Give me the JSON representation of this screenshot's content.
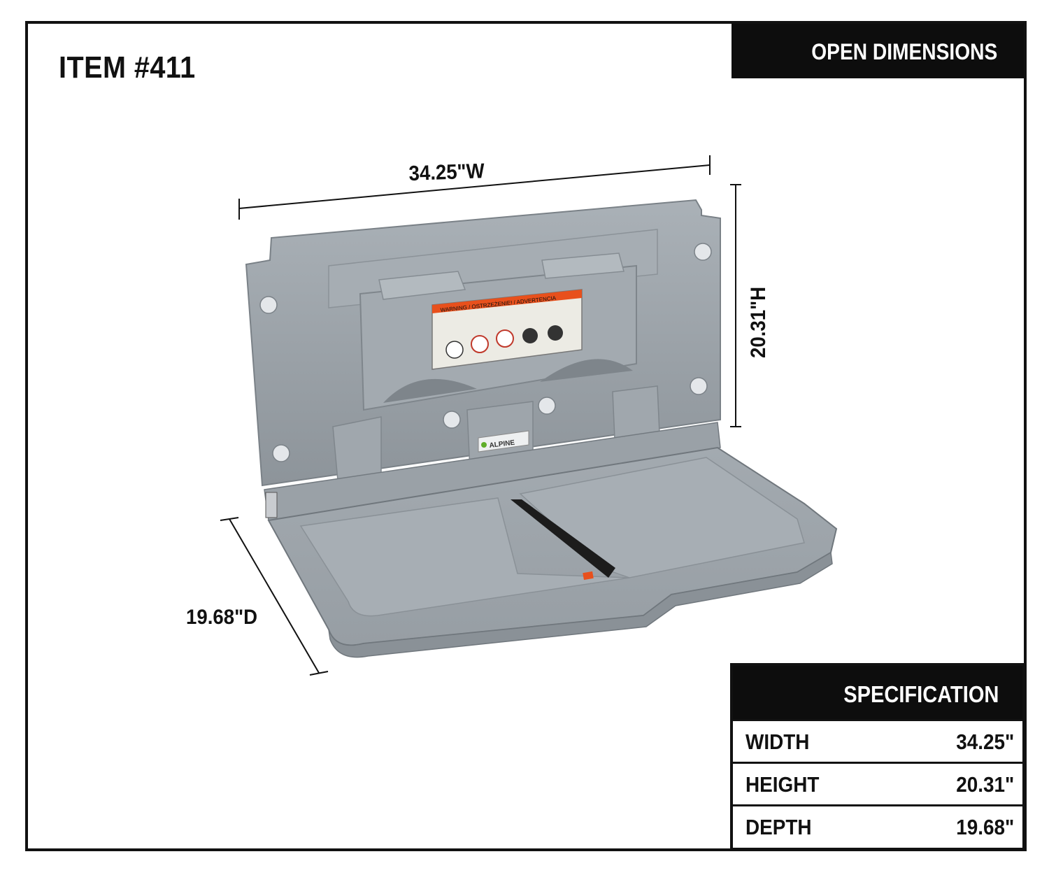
{
  "item_title": "ITEM #411",
  "open_dimensions_label": "OPEN DIMENSIONS",
  "dimension_labels": {
    "width": "34.25\"W",
    "height": "20.31\"H",
    "depth": "19.68\"D"
  },
  "specification": {
    "header": "SPECIFICATION",
    "rows": [
      {
        "label": "WIDTH",
        "value": "34.25\""
      },
      {
        "label": "HEIGHT",
        "value": "20.31\""
      },
      {
        "label": "DEPTH",
        "value": "19.68\""
      }
    ]
  },
  "product": {
    "brand": "ALPINE",
    "warning_header": "WARNING / OSTRZEŻENIE! / ADVERTENCIA"
  },
  "colors": {
    "frame": "#111111",
    "header_bg": "#0d0d0d",
    "product_gray": "#9aa1a7",
    "warning_orange": "#e8501c"
  }
}
